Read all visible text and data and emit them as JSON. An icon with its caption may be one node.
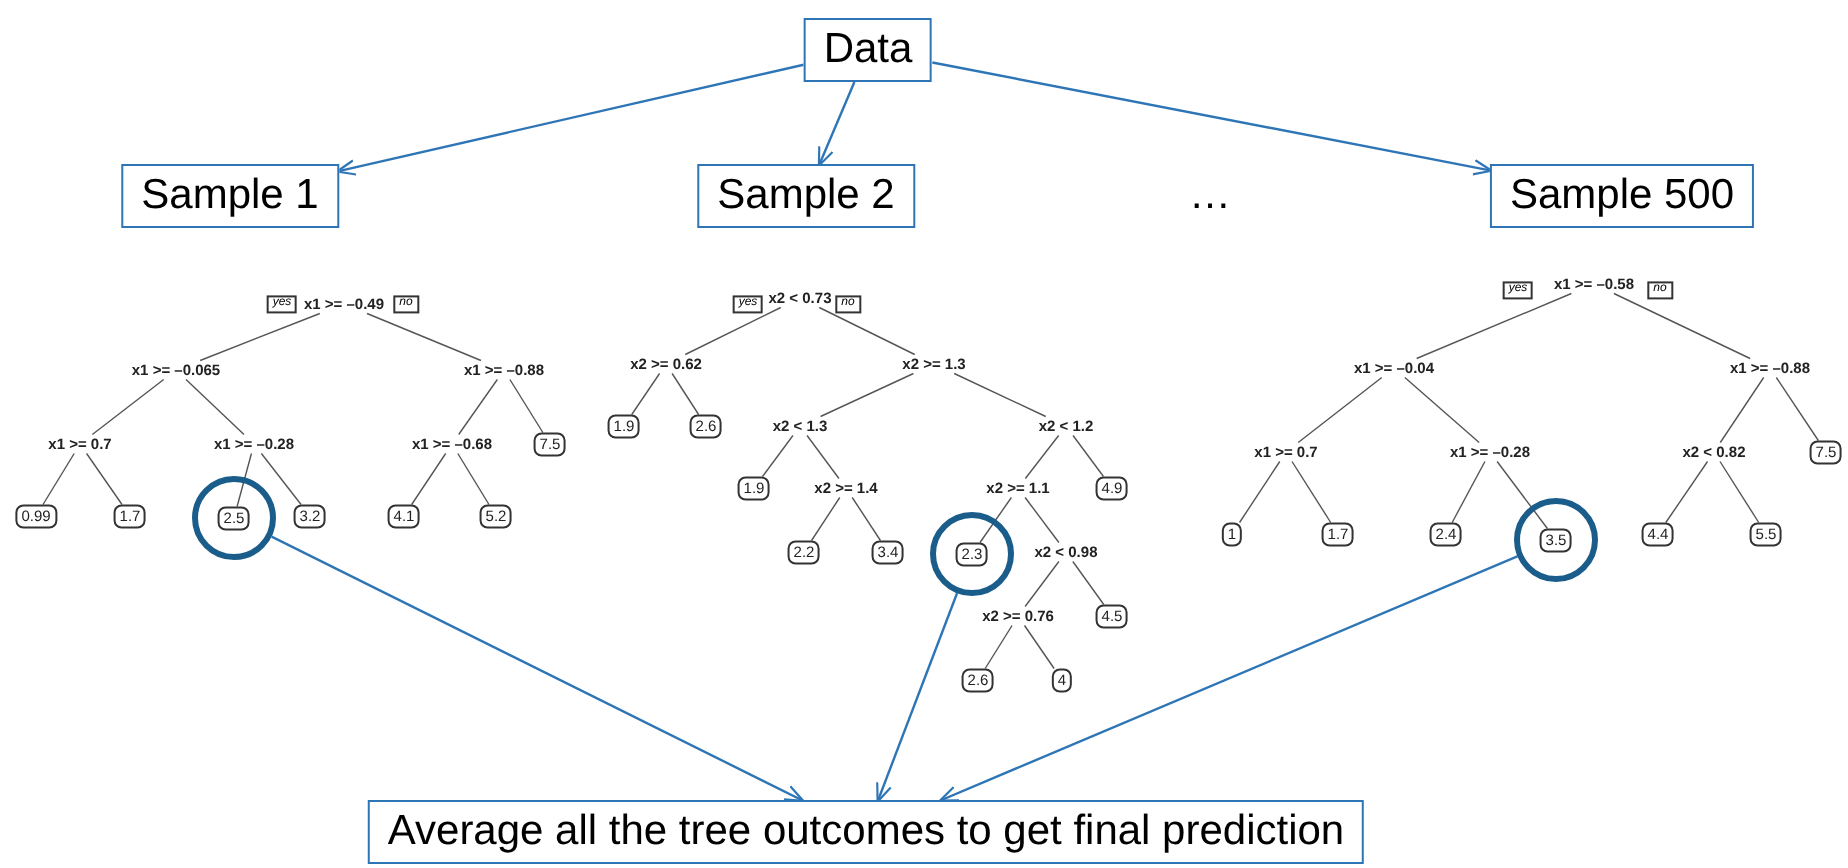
{
  "diagram": {
    "nodes": [
      {
        "text": [
          "Data"
        ]
      },
      {
        "text": [
          "Sample 1"
        ]
      },
      {
        "text": [
          "Sample 2"
        ]
      },
      {
        "text": [
          "Sample 500"
        ]
      },
      {
        "text": [
          "x1 >= –0.49"
        ]
      },
      {
        "text": [
          "x1 >= –0.065"
        ]
      },
      {
        "text": [
          "x1 >= –0.88"
        ]
      },
      {
        "text": [
          "x1 >= 0.7"
        ]
      },
      {
        "text": [
          "x1 >= –0.28"
        ]
      },
      {
        "text": [
          "x1 >= –0.68"
        ]
      },
      {
        "text": [
          "7.5"
        ]
      },
      {
        "text": [
          "0.99"
        ]
      },
      {
        "text": [
          "1.7"
        ]
      },
      {
        "text": [],
        "shape": "circle"
      },
      {
        "text": [
          "2.5"
        ],
        "in": 13
      },
      {
        "text": [
          "3.2"
        ]
      },
      {
        "text": [
          "4.1"
        ]
      },
      {
        "text": [
          "5.2"
        ]
      },
      {
        "text": [
          "x2 < 0.73"
        ]
      },
      {
        "text": [
          "x2 >= 0.62"
        ]
      },
      {
        "text": [
          "x2 >= 1.3"
        ]
      },
      {
        "text": [
          "1.9"
        ]
      },
      {
        "text": [
          "2.6"
        ]
      },
      {
        "text": [
          "x2 < 1.3"
        ]
      },
      {
        "text": [
          "x2 < 1.2"
        ]
      },
      {
        "text": [
          "1.9"
        ]
      },
      {
        "text": [
          "x2 >= 1.4"
        ]
      },
      {
        "text": [
          "x2 >= 1.1"
        ]
      },
      {
        "text": [
          "4.9"
        ]
      },
      {
        "text": [
          "2.2"
        ]
      },
      {
        "text": [
          "3.4"
        ]
      },
      {
        "text": [],
        "shape": "circle"
      },
      {
        "text": [
          "2.3"
        ],
        "in": 31
      },
      {
        "text": [
          "x2 < 0.98"
        ]
      },
      {
        "text": [
          "x2 >= 0.76"
        ]
      },
      {
        "text": [
          "4.5"
        ]
      },
      {
        "text": [
          "2.6"
        ]
      },
      {
        "text": [
          "4"
        ]
      },
      {
        "text": [
          "x1 >= –0.58"
        ]
      },
      {
        "text": [
          "x1 >= –0.04"
        ]
      },
      {
        "text": [
          "x1 >= –0.88"
        ]
      },
      {
        "text": [
          "x1 >= 0.7"
        ]
      },
      {
        "text": [
          "x1 >= –0.28"
        ]
      },
      {
        "text": [
          "x2 < 0.82"
        ]
      },
      {
        "text": [
          "7.5"
        ]
      },
      {
        "text": [
          "1"
        ]
      },
      {
        "text": [
          "1.7"
        ]
      },
      {
        "text": [
          "2.4"
        ]
      },
      {
        "text": [],
        "shape": "circle"
      },
      {
        "text": [
          "3.5"
        ],
        "in": 48
      },
      {
        "text": [
          "4.4"
        ]
      },
      {
        "text": [
          "5.5"
        ]
      },
      {
        "text": [
          "Average all the tree outcomes to get final prediction"
        ]
      }
    ],
    "edges": [
      {
        "from": 0,
        "to": 1,
        "arrow": "to",
        "color": "#2e75b6"
      },
      {
        "from": 0,
        "to": 2,
        "arrow": "to",
        "color": "#2e75b6"
      },
      {
        "from": 0,
        "to": 3,
        "arrow": "to",
        "color": "#2e75b6"
      },
      {
        "from": 4,
        "to": 5,
        "arrow": "none"
      },
      {
        "from": 4,
        "to": 6,
        "arrow": "none"
      },
      {
        "from": 5,
        "to": 7,
        "arrow": "none"
      },
      {
        "from": 5,
        "to": 8,
        "arrow": "none"
      },
      {
        "from": 6,
        "to": 9,
        "arrow": "none"
      },
      {
        "from": 6,
        "to": 10,
        "arrow": "none"
      },
      {
        "from": 7,
        "to": 11,
        "arrow": "none"
      },
      {
        "from": 7,
        "to": 12,
        "arrow": "none"
      },
      {
        "from": 8,
        "to": 14,
        "arrow": "none"
      },
      {
        "from": 8,
        "to": 15,
        "arrow": "none"
      },
      {
        "from": 9,
        "to": 16,
        "arrow": "none"
      },
      {
        "from": 9,
        "to": 17,
        "arrow": "none"
      },
      {
        "from": 18,
        "to": 19,
        "arrow": "none"
      },
      {
        "from": 18,
        "to": 20,
        "arrow": "none"
      },
      {
        "from": 19,
        "to": 21,
        "arrow": "none"
      },
      {
        "from": 19,
        "to": 22,
        "arrow": "none"
      },
      {
        "from": 20,
        "to": 23,
        "arrow": "none"
      },
      {
        "from": 20,
        "to": 24,
        "arrow": "none"
      },
      {
        "from": 23,
        "to": 25,
        "arrow": "none"
      },
      {
        "from": 23,
        "to": 26,
        "arrow": "none"
      },
      {
        "from": 24,
        "to": 27,
        "arrow": "none"
      },
      {
        "from": 24,
        "to": 28,
        "arrow": "none"
      },
      {
        "from": 26,
        "to": 29,
        "arrow": "none"
      },
      {
        "from": 26,
        "to": 30,
        "arrow": "none"
      },
      {
        "from": 27,
        "to": 32,
        "arrow": "none"
      },
      {
        "from": 27,
        "to": 33,
        "arrow": "none"
      },
      {
        "from": 33,
        "to": 34,
        "arrow": "none"
      },
      {
        "from": 33,
        "to": 35,
        "arrow": "none"
      },
      {
        "from": 34,
        "to": 36,
        "arrow": "none"
      },
      {
        "from": 34,
        "to": 37,
        "arrow": "none"
      },
      {
        "from": 38,
        "to": 39,
        "arrow": "none"
      },
      {
        "from": 38,
        "to": 40,
        "arrow": "none"
      },
      {
        "from": 39,
        "to": 41,
        "arrow": "none"
      },
      {
        "from": 39,
        "to": 42,
        "arrow": "none"
      },
      {
        "from": 40,
        "to": 43,
        "arrow": "none"
      },
      {
        "from": 40,
        "to": 44,
        "arrow": "none"
      },
      {
        "from": 41,
        "to": 45,
        "arrow": "none"
      },
      {
        "from": 41,
        "to": 46,
        "arrow": "none"
      },
      {
        "from": 42,
        "to": 47,
        "arrow": "none"
      },
      {
        "from": 42,
        "to": 49,
        "arrow": "none"
      },
      {
        "from": 43,
        "to": 50,
        "arrow": "none"
      },
      {
        "from": 43,
        "to": 51,
        "arrow": "none"
      },
      {
        "from": 13,
        "to": 52,
        "arrow": "to",
        "color": "#2e75b6"
      },
      {
        "from": 31,
        "to": 52,
        "arrow": "to",
        "color": "#2e75b6"
      },
      {
        "from": 48,
        "to": 52,
        "arrow": "to",
        "color": "#2e75b6"
      }
    ],
    "labels": [
      "…",
      "yes",
      "no",
      "yes",
      "no",
      "yes",
      "no"
    ]
  }
}
